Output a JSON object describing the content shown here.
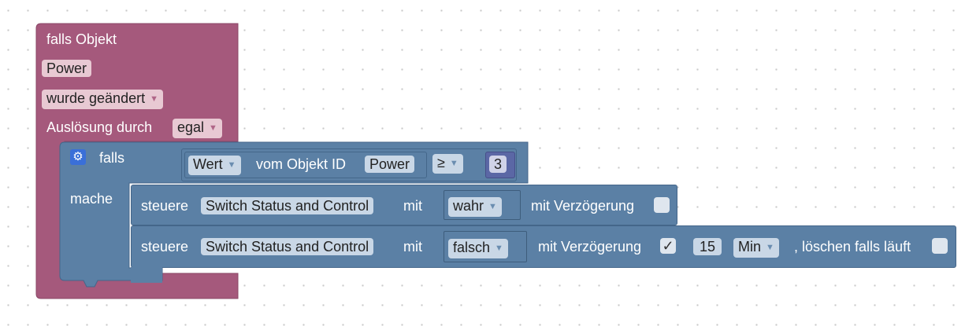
{
  "trigger": {
    "title": "falls Objekt",
    "object": "Power",
    "condition": "wurde geändert",
    "trigger_label": "Auslösung durch",
    "trigger_value": "egal"
  },
  "if_block": {
    "if_label": "falls",
    "do_label": "mache",
    "compare": {
      "value_label": "Wert",
      "from_label": "vom Objekt ID",
      "object": "Power",
      "operator": "≥",
      "number": "3"
    }
  },
  "action1": {
    "label": "steuere",
    "target": "Switch Status and Control",
    "with": "mit",
    "value": "wahr",
    "delay_label": "mit Verzögerung",
    "delay_checked": false
  },
  "action2": {
    "label": "steuere",
    "target": "Switch Status and Control",
    "with": "mit",
    "value": "falsch",
    "delay_label": "mit Verzögerung",
    "delay_check_mark": "✓",
    "delay_value": "15",
    "unit": "Min",
    "clear_label": ", löschen falls läuft",
    "clear_checked": false
  },
  "colors": {
    "event_block": "#a5597c",
    "event_block_dark": "#8a4666",
    "logic_block": "#5b80a5",
    "logic_block_dark": "#44668a",
    "number_block": "#5b67a5"
  },
  "icons": {
    "settings": "gear-icon",
    "dropdown": "dropdown-arrow-icon"
  }
}
